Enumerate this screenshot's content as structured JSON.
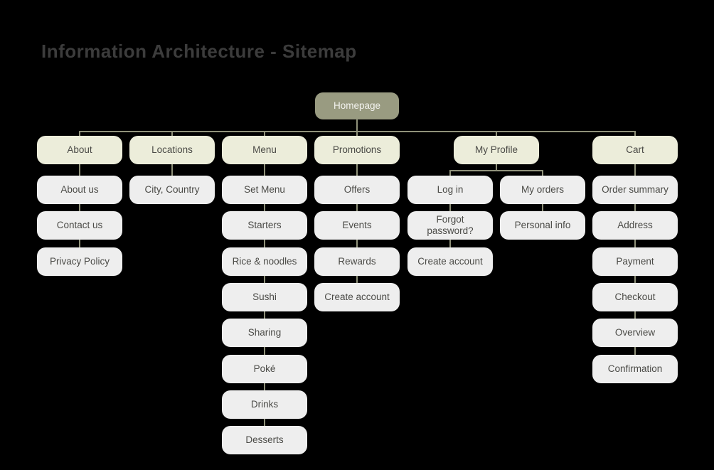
{
  "title": "Information Architecture - Sitemap",
  "colors": {
    "background": "#000000",
    "title_color": "#3c3c3c",
    "homepage_bg": "#999b81",
    "homepage_text": "#f3f3ef",
    "section_bg": "#ecedda",
    "child_bg": "#eeeeee",
    "node_text": "#4b4b47",
    "line_color": "#8f917a"
  },
  "tree": {
    "root": {
      "label": "Homepage"
    },
    "sections": [
      {
        "label": "About",
        "children": [
          "About us",
          "Contact us",
          "Privacy Policy"
        ]
      },
      {
        "label": "Locations",
        "children": [
          "City, Country"
        ]
      },
      {
        "label": "Menu",
        "children": [
          "Set Menu",
          "Starters",
          "Rice & noodles",
          "Sushi",
          "Sharing",
          "Poké",
          "Drinks",
          "Desserts"
        ]
      },
      {
        "label": "Promotions",
        "children": [
          "Offers",
          "Events",
          "Rewards",
          "Create account"
        ]
      },
      {
        "label": "My Profile",
        "branches": [
          {
            "label": "Log in",
            "children": [
              "Forgot password?",
              "Create account"
            ]
          },
          {
            "label": "My orders",
            "children": [
              "Personal info"
            ]
          }
        ]
      },
      {
        "label": "Cart",
        "children": [
          "Order summary",
          "Address",
          "Payment",
          "Checkout",
          "Overview",
          "Confirmation"
        ]
      }
    ]
  }
}
